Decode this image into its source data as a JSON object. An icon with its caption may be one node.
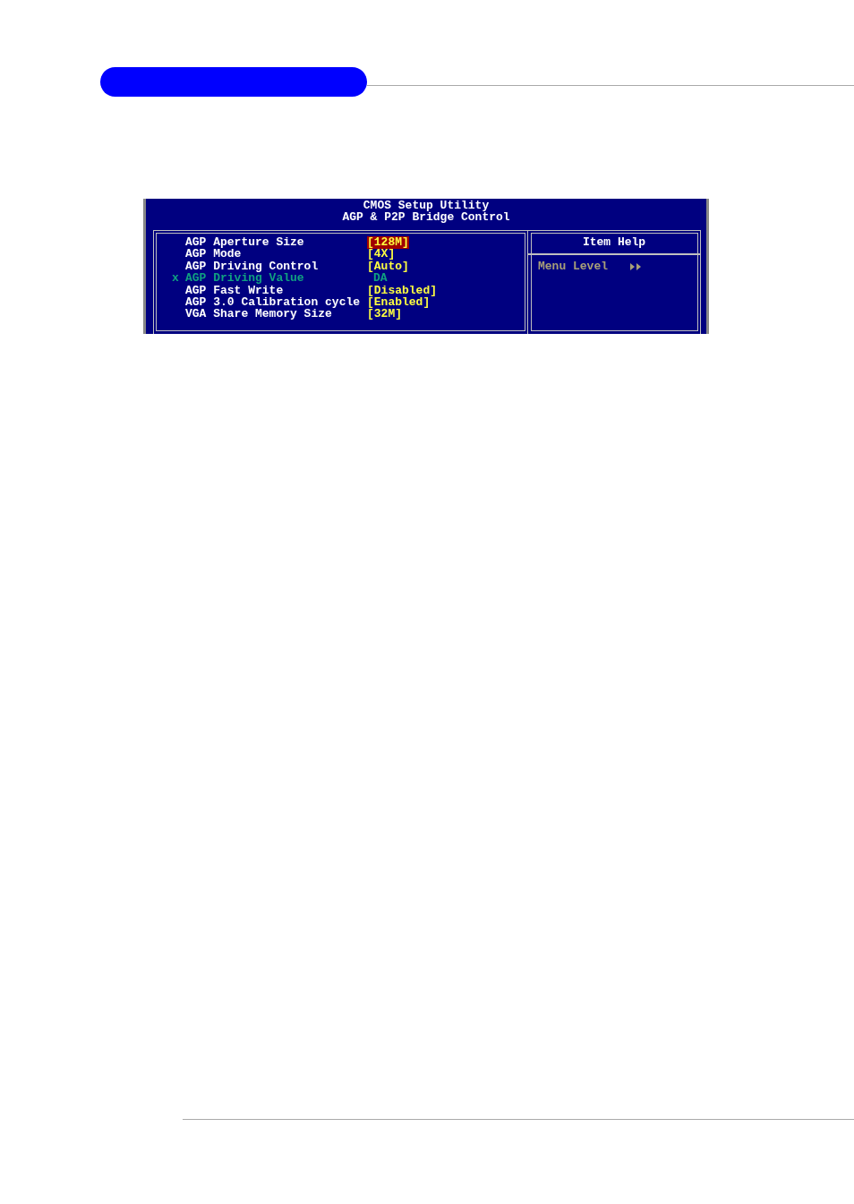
{
  "diagram": {
    "nodes": [
      {
        "text": [
          "CMOS Setup Utility",
          "AGP & P2P Bridge Control"
        ]
      },
      {
        "text": [],
        "shape": "box",
        "in": 0
      },
      {
        "text": [
          "Item Help",
          "Menu Level"
        ],
        "in": 0
      }
    ],
    "edges": [],
    "labels": [
      "AGP Aperture Size",
      "[128M]",
      "AGP Mode",
      "[4X]",
      "AGP Driving Control",
      "[Auto]",
      "x",
      "AGP Driving Value",
      "DA",
      "AGP Fast Write",
      "[Disabled]",
      "AGP 3.0 Calibration cycle",
      "[Enabled]",
      "VGA Share Memory Size",
      "[32M]"
    ]
  }
}
